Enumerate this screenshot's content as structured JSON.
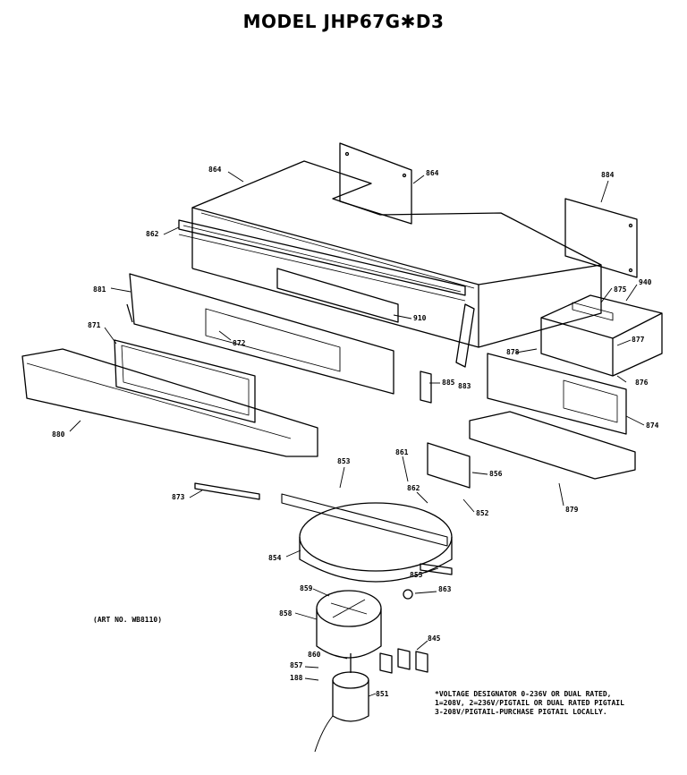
{
  "title": "MODEL JHP67G✱D3",
  "art_no": "(ART NO. WB8110)",
  "note_lines": [
    "*VOLTAGE DESIGNATOR 0-236V OR DUAL RATED,",
    "1=208V, 2=236V/PIGTAIL OR DUAL RATED PIGTAIL",
    "3-208V/PIGTAIL-PURCHASE PIGTAIL LOCALLY."
  ],
  "part_labels": [
    {
      "id": "864a",
      "text": "864"
    },
    {
      "id": "864b",
      "text": "864"
    },
    {
      "id": "884",
      "text": "884"
    },
    {
      "id": "862a",
      "text": "862"
    },
    {
      "id": "881",
      "text": "881"
    },
    {
      "id": "910",
      "text": "910"
    },
    {
      "id": "875",
      "text": "875"
    },
    {
      "id": "940",
      "text": "940"
    },
    {
      "id": "871",
      "text": "871"
    },
    {
      "id": "872",
      "text": "872"
    },
    {
      "id": "878",
      "text": "878"
    },
    {
      "id": "877",
      "text": "877"
    },
    {
      "id": "885",
      "text": "885"
    },
    {
      "id": "883",
      "text": "883"
    },
    {
      "id": "876",
      "text": "876"
    },
    {
      "id": "874",
      "text": "874"
    },
    {
      "id": "880",
      "text": "880"
    },
    {
      "id": "861",
      "text": "861"
    },
    {
      "id": "853",
      "text": "853"
    },
    {
      "id": "856",
      "text": "856"
    },
    {
      "id": "862b",
      "text": "862"
    },
    {
      "id": "852",
      "text": "852"
    },
    {
      "id": "879",
      "text": "879"
    },
    {
      "id": "873",
      "text": "873"
    },
    {
      "id": "854",
      "text": "854"
    },
    {
      "id": "855",
      "text": "855"
    },
    {
      "id": "863",
      "text": "863"
    },
    {
      "id": "859",
      "text": "859"
    },
    {
      "id": "858",
      "text": "858"
    },
    {
      "id": "845",
      "text": "845"
    },
    {
      "id": "860",
      "text": "860"
    },
    {
      "id": "857",
      "text": "857"
    },
    {
      "id": "188",
      "text": "188"
    },
    {
      "id": "851",
      "text": "851"
    }
  ]
}
